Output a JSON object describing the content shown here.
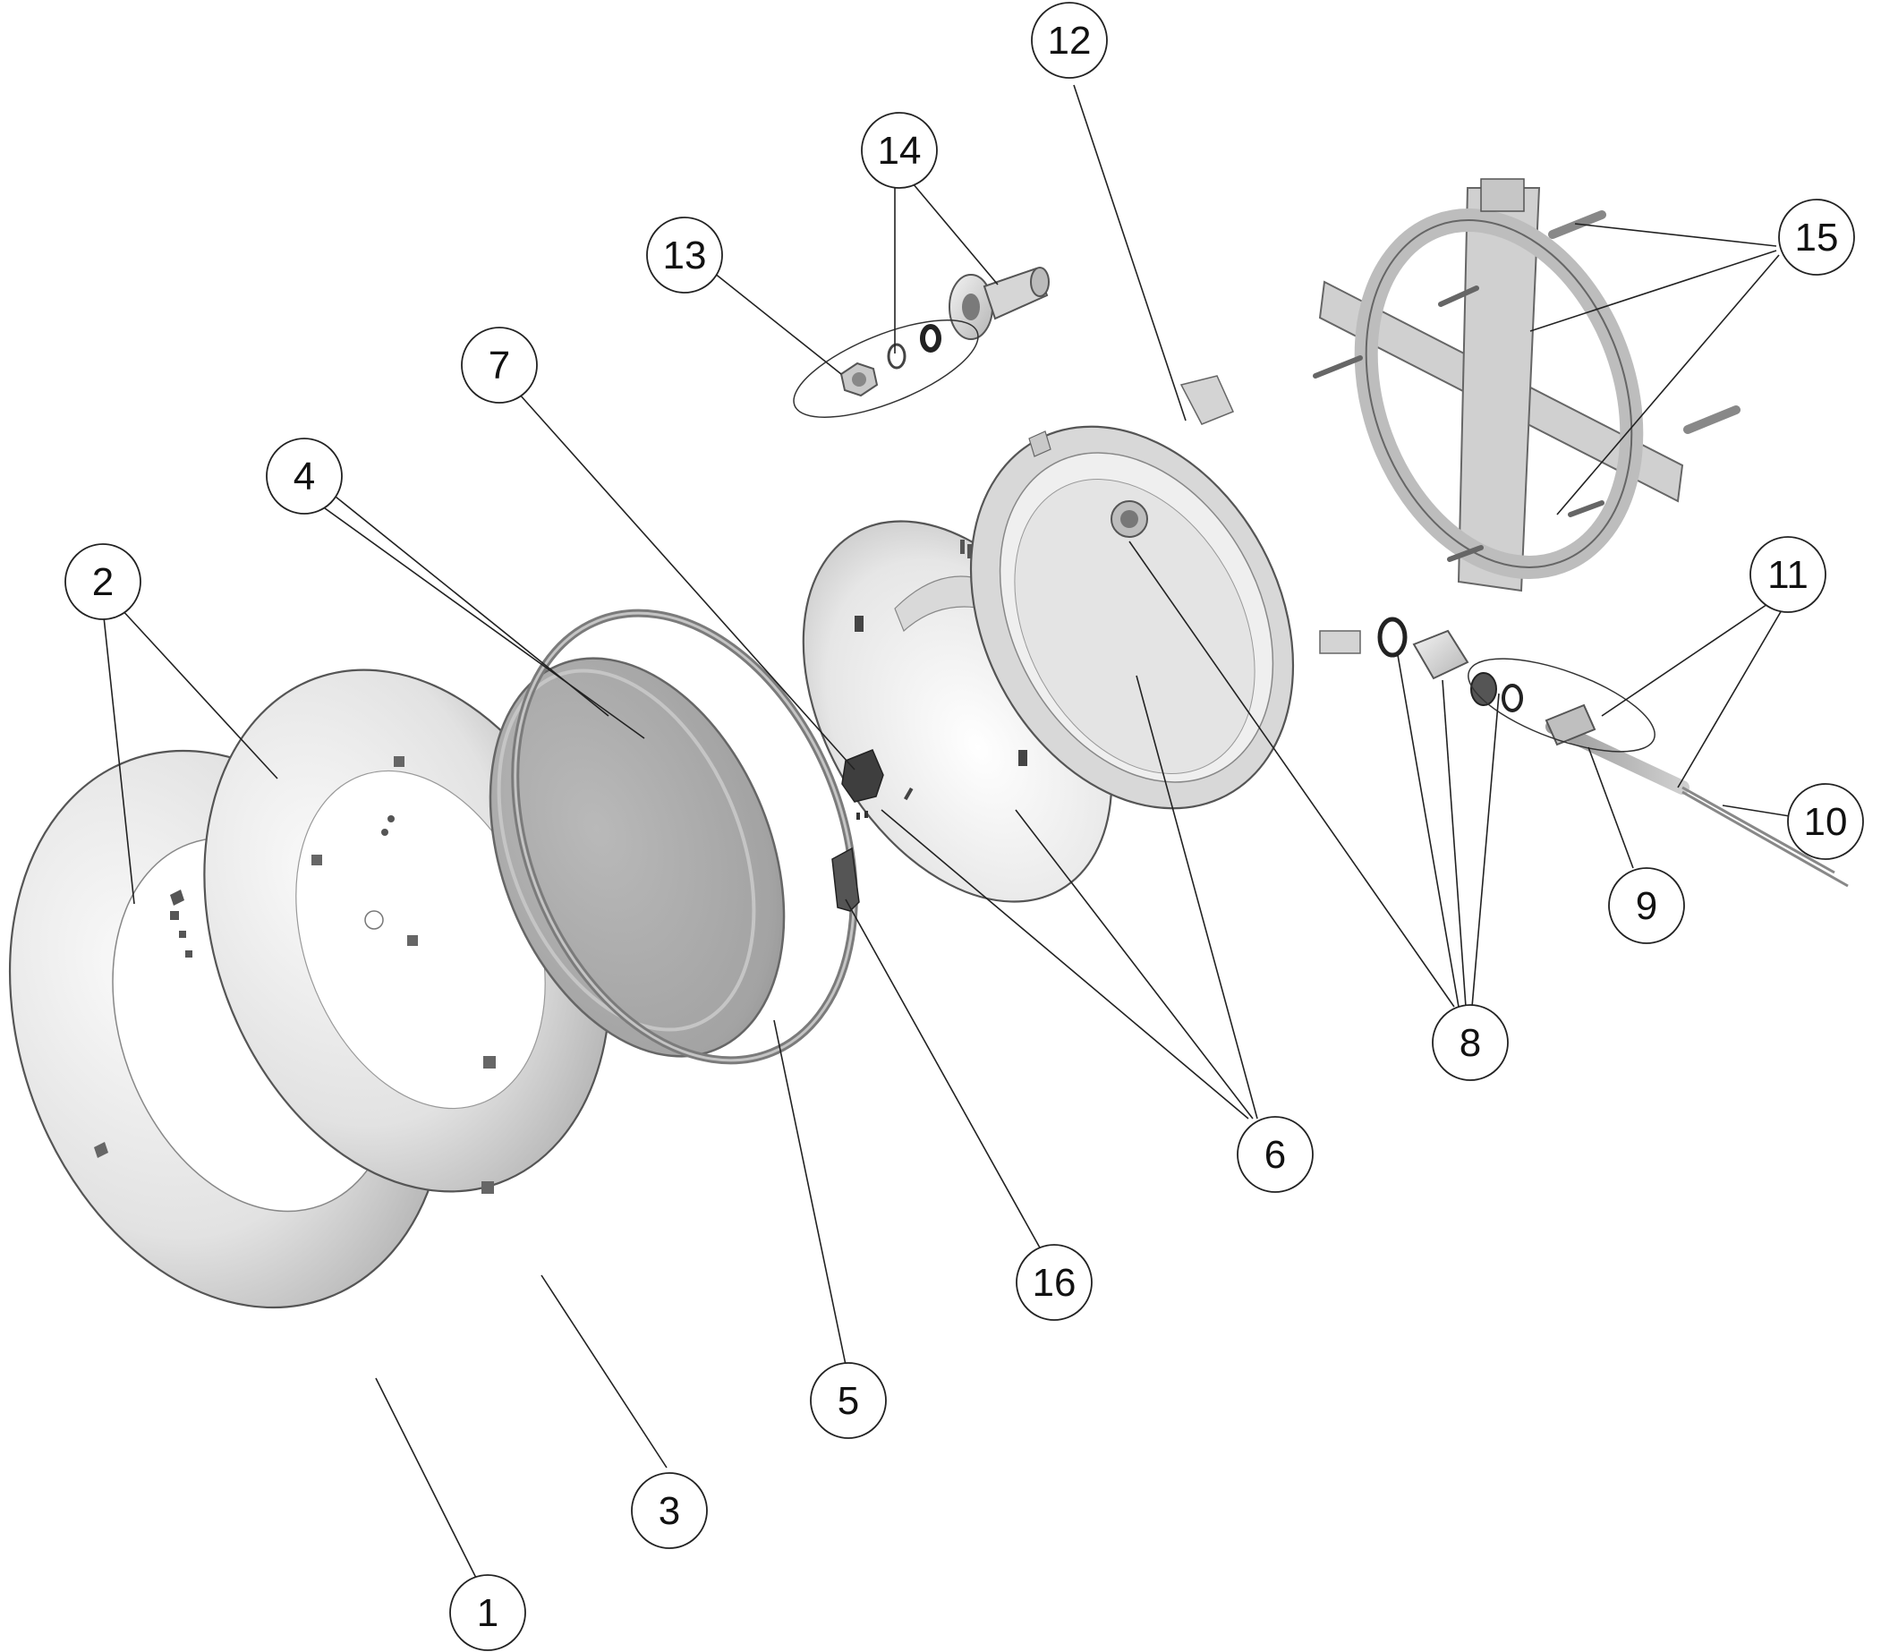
{
  "callouts": [
    {
      "label": "1"
    },
    {
      "label": "2"
    },
    {
      "label": "3"
    },
    {
      "label": "4"
    },
    {
      "label": "5"
    },
    {
      "label": "6"
    },
    {
      "label": "7"
    },
    {
      "label": "8"
    },
    {
      "label": "9"
    },
    {
      "label": "10"
    },
    {
      "label": "11"
    },
    {
      "label": "12"
    },
    {
      "label": "13"
    },
    {
      "label": "14"
    },
    {
      "label": "15"
    },
    {
      "label": "16"
    }
  ],
  "colors": {
    "line": "#222222",
    "part_light": "#ececec",
    "part_mid": "#c9c9c9",
    "part_dark": "#8a8a8a",
    "lens_gray": "#a8a8a8"
  }
}
